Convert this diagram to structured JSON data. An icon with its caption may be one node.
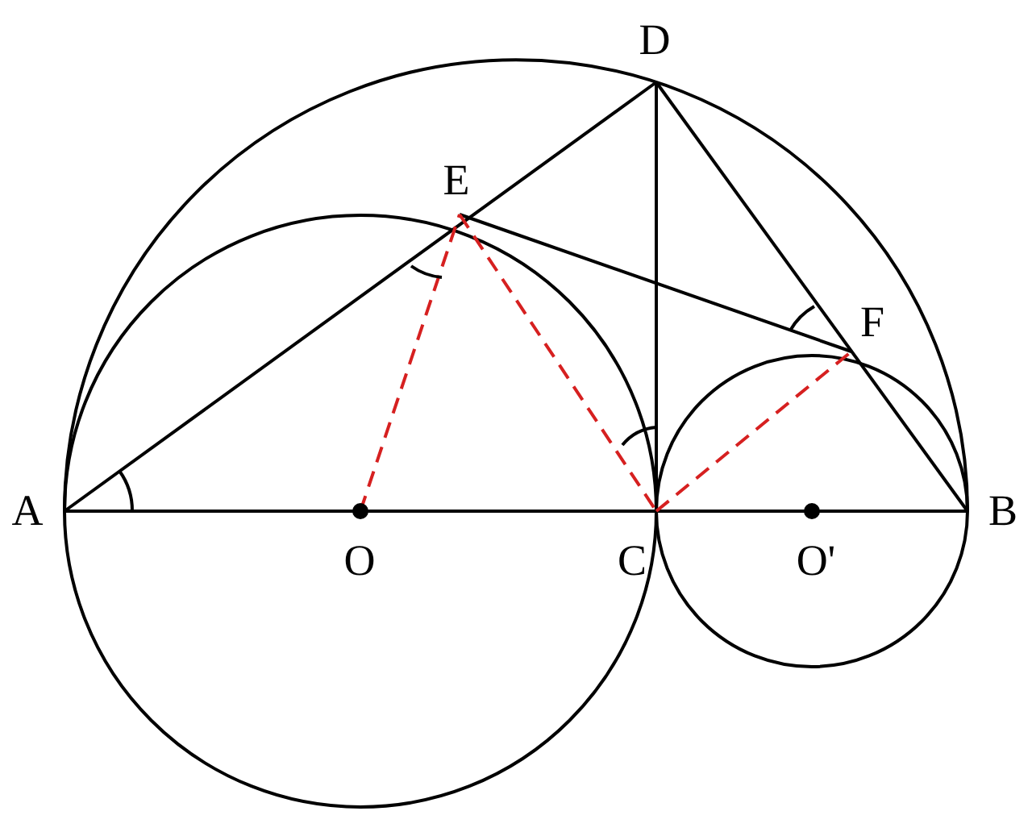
{
  "diagram": {
    "labels": [
      "D",
      "E",
      "F",
      "A",
      "O",
      "C",
      "O'",
      "B"
    ]
  }
}
